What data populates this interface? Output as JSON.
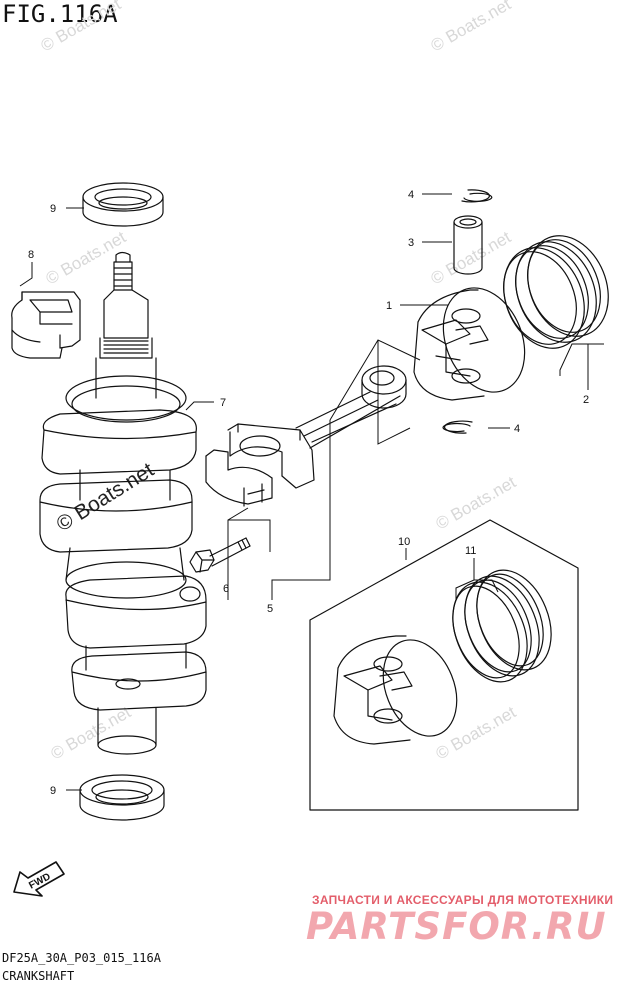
{
  "figure": {
    "title": "FIG.116A",
    "code": "DF25A_30A_P03_015_116A",
    "name": "CRANKSHAFT"
  },
  "callouts": [
    {
      "id": "9a",
      "label": "9"
    },
    {
      "id": "8",
      "label": "8"
    },
    {
      "id": "7",
      "label": "7"
    },
    {
      "id": "9b",
      "label": "9"
    },
    {
      "id": "4a",
      "label": "4"
    },
    {
      "id": "3",
      "label": "3"
    },
    {
      "id": "1",
      "label": "1"
    },
    {
      "id": "2",
      "label": "2"
    },
    {
      "id": "4b",
      "label": "4"
    },
    {
      "id": "6",
      "label": "6"
    },
    {
      "id": "5",
      "label": "5"
    },
    {
      "id": "10",
      "label": "10"
    },
    {
      "id": "11",
      "label": "11"
    }
  ],
  "watermarks": {
    "small": "© Boats.net",
    "large": "© Boats.net"
  },
  "fwd_label": "FWD",
  "shop": {
    "tagline": "ЗАПЧАСТИ И АКСЕССУАРЫ ДЛЯ МОТОТЕХНИКИ",
    "logo": "PARTSFOR.RU"
  },
  "colors": {
    "line": "#111111",
    "watermark": "#d8d8d8",
    "shop_red": "#e35d6a",
    "shop_pink": "#f2a7ae"
  }
}
